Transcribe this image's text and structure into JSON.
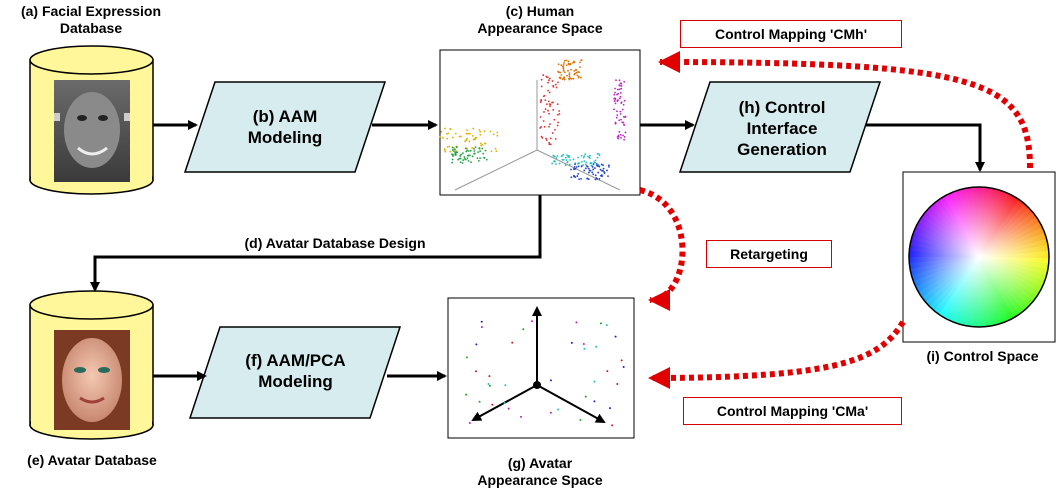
{
  "labels": {
    "facial_db_line1": "(a) Facial Expression",
    "facial_db_line2": "Database",
    "aam_line1": "(b) AAM",
    "aam_line2": "Modeling",
    "human_space_line1": "(c) Human",
    "human_space_line2": "Appearance Space",
    "avatar_db_design": "(d) Avatar Database Design",
    "avatar_db": "(e) Avatar Database",
    "aam_pca_line1": "(f) AAM/PCA",
    "aam_pca_line2": "Modeling",
    "avatar_space_line1": "(g) Avatar",
    "avatar_space_line2": "Appearance Space",
    "control_gen_line1": "(h) Control",
    "control_gen_line2": "Interface",
    "control_gen_line3": "Generation",
    "control_space": "(i) Control Space",
    "cmh": "Control Mapping 'CMh'",
    "retargeting": "Retargeting",
    "cma": "Control Mapping 'CMa'"
  },
  "colors": {
    "process_fill": "#d7ecee",
    "database_fill": "#fff799",
    "mapping_arrow": "#e00000",
    "flow_arrow": "#000000"
  }
}
